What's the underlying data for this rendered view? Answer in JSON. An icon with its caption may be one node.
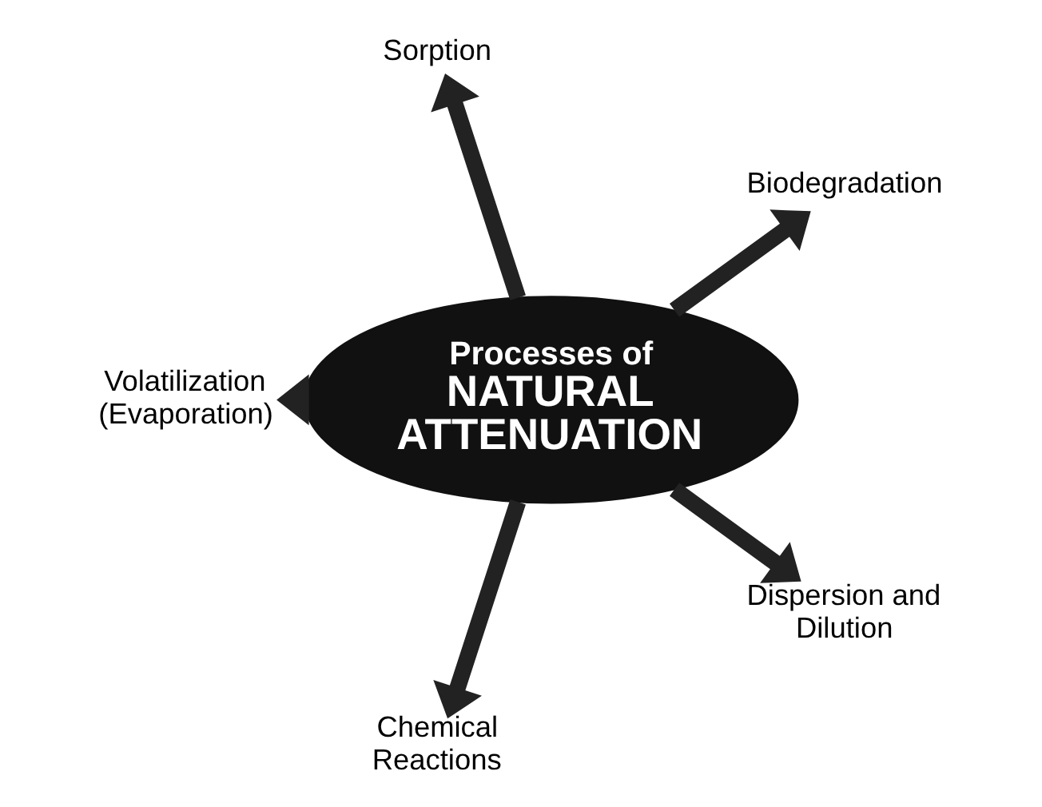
{
  "diagram": {
    "nodes": [
      {
        "text": [
          "Processes of",
          "NATURAL ATTENUATION"
        ]
      },
      {
        "text": [
          "Biodegradation"
        ]
      },
      {
        "text": [
          "Sorption"
        ]
      },
      {
        "text": [
          "Dispersion and Dilution"
        ]
      },
      {
        "text": [
          "Volatilization (Evaporation)"
        ]
      },
      {
        "text": [
          "Chemical Reactions"
        ]
      }
    ],
    "edges": [
      {
        "from": 0,
        "to": 1,
        "arrow": "to"
      },
      {
        "from": 0,
        "to": 2,
        "arrow": "to"
      },
      {
        "from": 0,
        "to": 3,
        "arrow": "to"
      },
      {
        "from": 0,
        "to": 4,
        "arrow": "to"
      },
      {
        "from": 0,
        "to": 5,
        "arrow": "to"
      }
    ]
  }
}
